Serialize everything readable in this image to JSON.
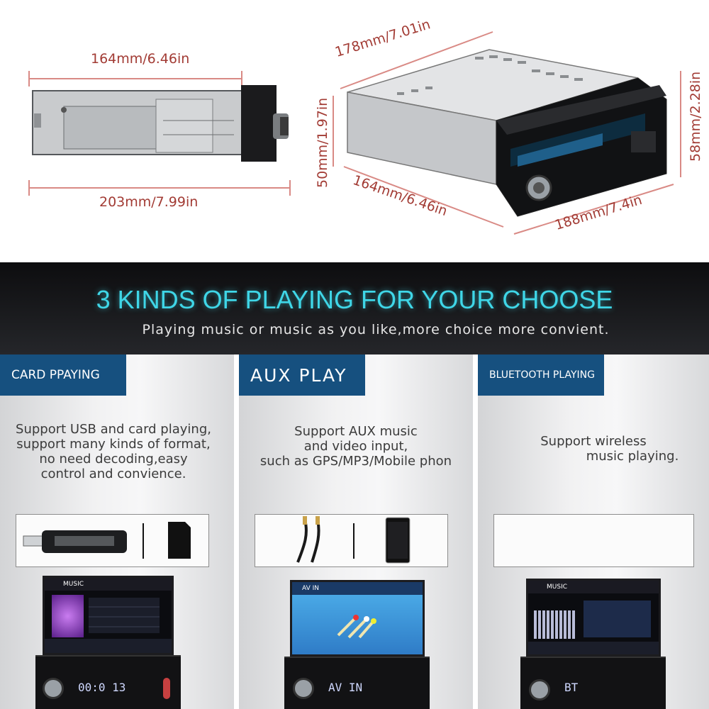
{
  "dimensions": {
    "side_top": "164mm/6.46in",
    "side_bottom": "203mm/7.99in",
    "iso_top": "178mm/7.01in",
    "iso_left": "50mm/1.97in",
    "iso_bottom": "164mm/6.46in",
    "iso_front": "188mm/7.4in",
    "iso_right": "58mm/2.28in"
  },
  "banner": {
    "title": "3 KINDS OF PLAYING FOR YOUR CHOOSE",
    "subtitle": "Playing music or music as you like,more choice more convient."
  },
  "panels": [
    {
      "tag": "CARD PPAYING",
      "desc": [
        "Support USB and card playing,",
        "support many kinds of format,",
        "no need decoding,easy",
        "control and convience."
      ]
    },
    {
      "tag": "AUX PLAY",
      "desc": [
        "Support AUX music",
        "and video input,",
        "such as GPS/MP3/Mobile phon"
      ]
    },
    {
      "tag": "BLUETOOTH PLAYING",
      "desc": [
        "Support wireless",
        "music playing."
      ]
    }
  ],
  "screens": {
    "s1_title": "MUSIC",
    "s2_title": "AV IN",
    "s3_title": "MUSIC",
    "s1_display": "00:0 13",
    "s2_display": "AV IN",
    "s3_display": "BT"
  },
  "colors": {
    "dimension": "#a23b34",
    "banner_title": "#3fd6e7",
    "tag_bg": "#16507f"
  }
}
